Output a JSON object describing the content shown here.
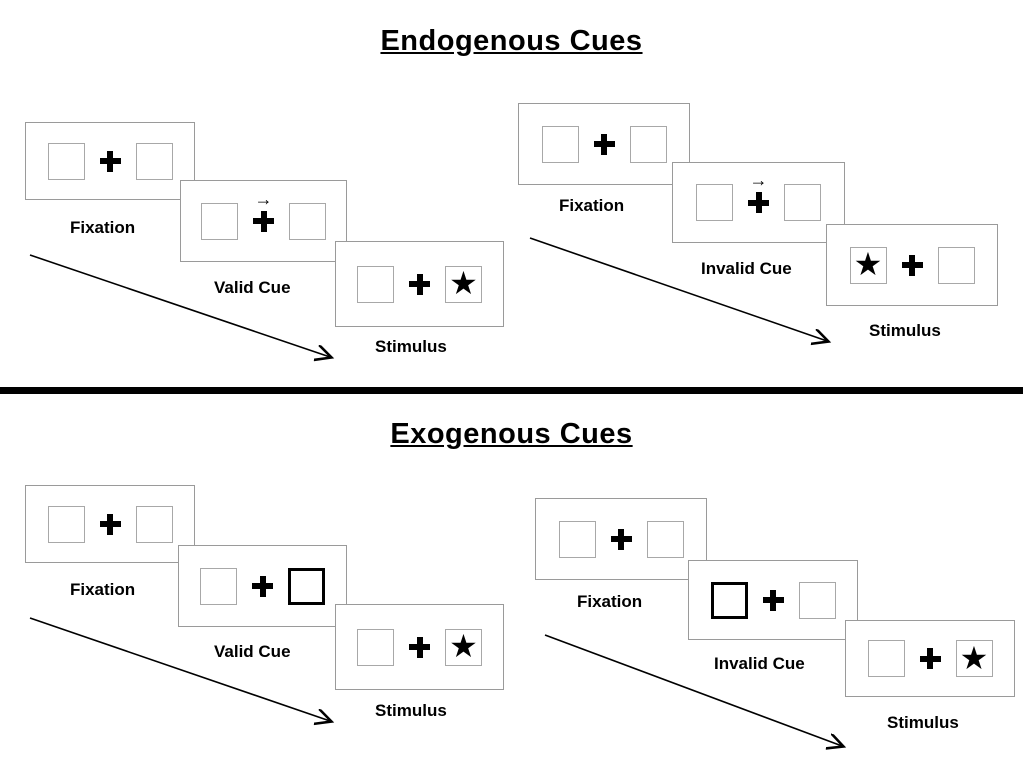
{
  "endogenous": {
    "title": "Endogenous Cues",
    "valid": {
      "fixation_label": "Fixation",
      "cue_label": "Valid Cue",
      "stimulus_label": "Stimulus"
    },
    "invalid": {
      "fixation_label": "Fixation",
      "cue_label": "Invalid Cue",
      "stimulus_label": "Stimulus"
    }
  },
  "exogenous": {
    "title": "Exogenous Cues",
    "valid": {
      "fixation_label": "Fixation",
      "cue_label": "Valid Cue",
      "stimulus_label": "Stimulus"
    },
    "invalid": {
      "fixation_label": "Fixation",
      "cue_label": "Invalid Cue",
      "stimulus_label": "Stimulus"
    }
  },
  "glyphs": {
    "star": "★",
    "cue_arrow": "→"
  },
  "colors": {
    "ink": "#000000",
    "panel_border": "#9a9a9a",
    "box_border": "#a8a8a8"
  }
}
